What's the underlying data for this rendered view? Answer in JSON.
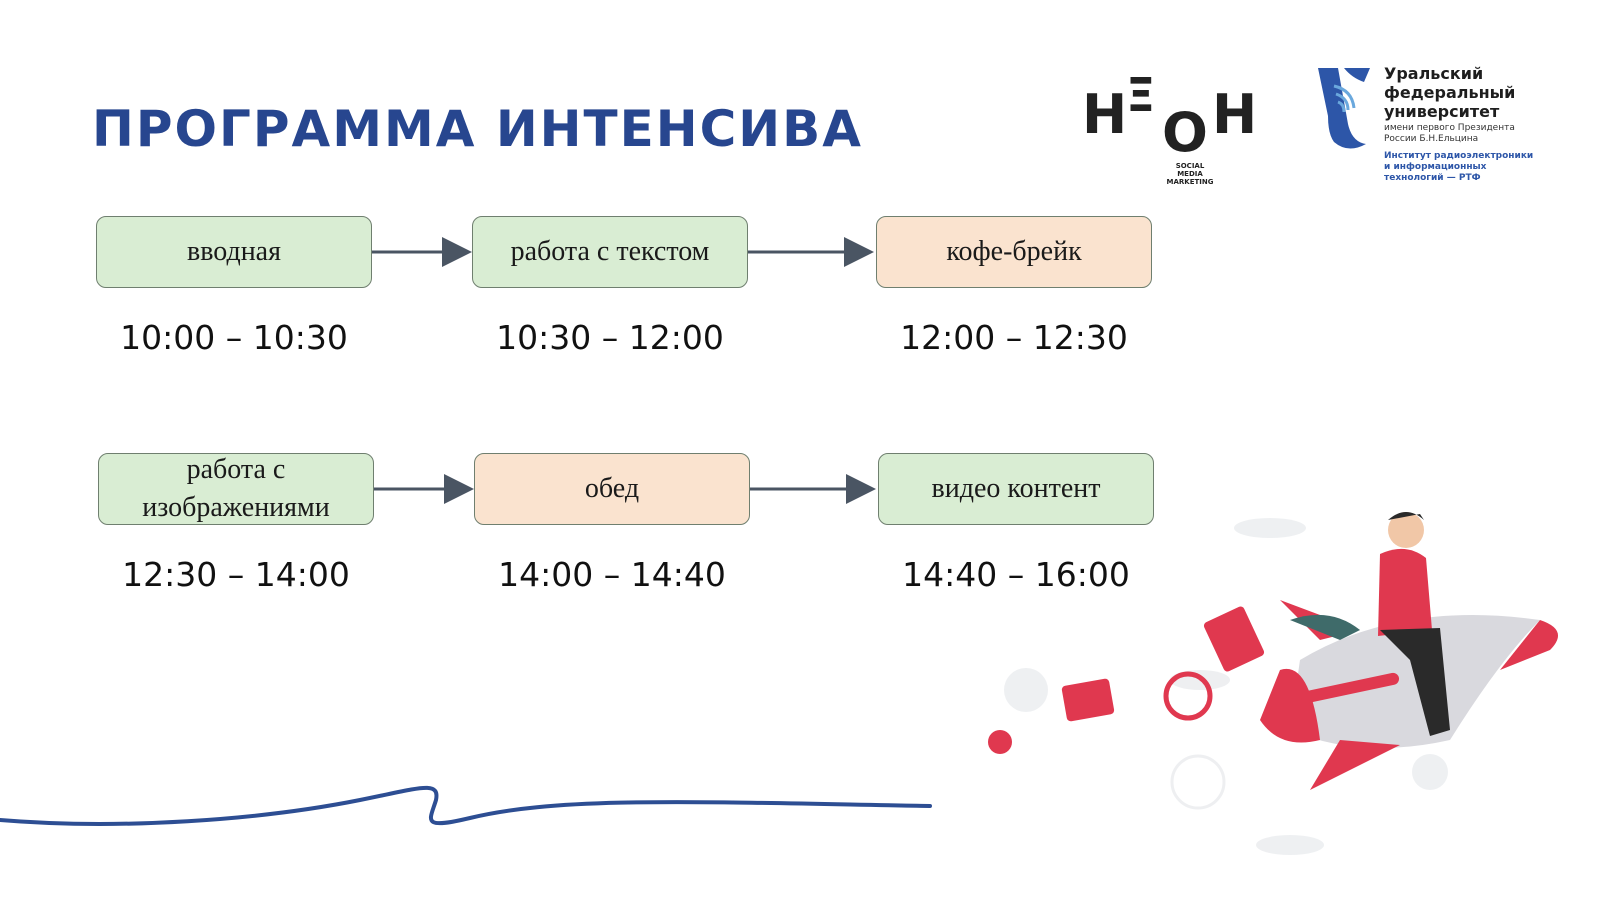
{
  "title": "ПРОГРАММА ИНТЕНСИВА",
  "logos": {
    "neon": {
      "letters": [
        "H",
        "Ξ",
        "O",
        "H"
      ],
      "tagline": [
        "SOCIAL",
        "MEDIA",
        "MARKETING"
      ]
    },
    "urfu": {
      "name_lines": [
        "Уральский",
        "федеральный",
        "университет"
      ],
      "sub_lines": [
        "имени первого Президента",
        "России Б.Н.Ельцина"
      ],
      "institute_lines": [
        "Институт радиоэлектроники",
        "и информационных",
        "технологий — РТФ"
      ]
    }
  },
  "schedule": [
    {
      "label": "вводная",
      "time": "10:00 – 10:30",
      "kind": "session"
    },
    {
      "label": "работа с текстом",
      "time": "10:30 – 12:00",
      "kind": "session"
    },
    {
      "label": "кофе-брейк",
      "time": "12:00 – 12:30",
      "kind": "break"
    },
    {
      "label": "работа с изображениями",
      "time": "12:30 – 14:00",
      "kind": "session"
    },
    {
      "label": "обед",
      "time": "14:00 – 14:40",
      "kind": "break"
    },
    {
      "label": "видео контент",
      "time": "14:40 – 16:00",
      "kind": "session"
    }
  ],
  "colors": {
    "title": "#27468f",
    "session_fill": "#d9edd3",
    "break_fill": "#fae3cf",
    "arrow": "#4a5563",
    "wave": "#2d4e93",
    "accent_red": "#e0384f"
  }
}
